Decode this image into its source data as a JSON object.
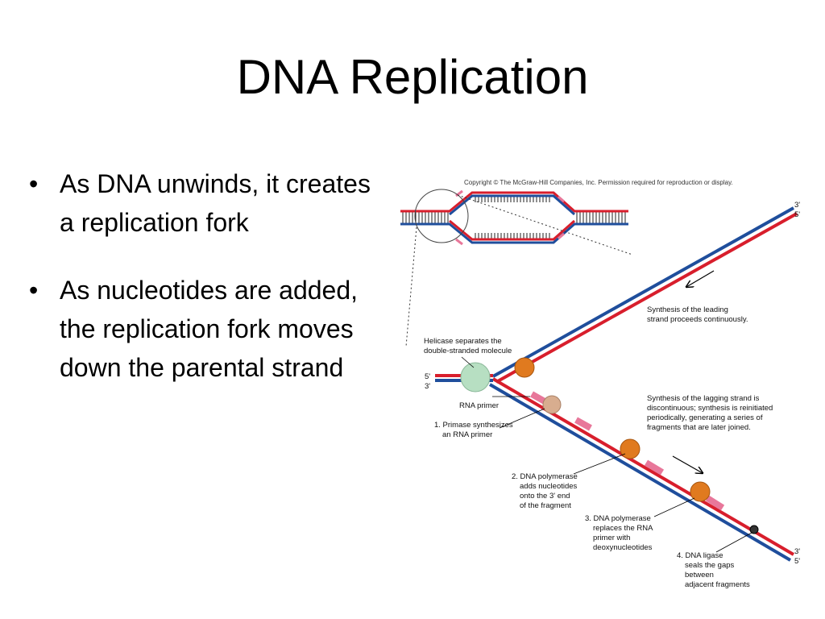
{
  "slide": {
    "title": "DNA Replication",
    "bullets": [
      "As DNA unwinds, it creates a replication fork",
      "As nucleotides are added, the replication fork moves down the parental strand"
    ]
  },
  "diagram": {
    "copyright": "Copyright © The McGraw-Hill Companies, Inc. Permission required for reproduction or display.",
    "end_labels": {
      "top_right_3": "3'",
      "top_right_5": "5'",
      "left_5": "5'",
      "left_3": "3'",
      "bottom_right_3": "3'",
      "bottom_right_5": "5'"
    },
    "labels": {
      "leading": [
        "Synthesis of the leading",
        "strand proceeds continuously."
      ],
      "helicase": [
        "Helicase separates the",
        "double-stranded molecule"
      ],
      "rna_primer": "RNA primer",
      "primase": [
        "1. Primase synthesizes",
        "an RNA primer"
      ],
      "lagging": [
        "Synthesis of the lagging strand is",
        "discontinuous; synthesis is reinitiated",
        "periodically, generating a series of",
        "fragments that are later joined."
      ],
      "polymerase_adds": [
        "2. DNA polymerase",
        "adds nucleotides",
        "onto the 3' end",
        "of the fragment"
      ],
      "polymerase_replaces": [
        "3. DNA polymerase",
        "replaces the RNA",
        "primer with",
        "deoxynucleotides"
      ],
      "ligase": [
        "4. DNA ligase",
        "seals the gaps",
        "between",
        "adjacent fragments"
      ]
    },
    "colors": {
      "parental_red": "#d81e2c",
      "parental_blue": "#1f4e9c",
      "primer_pink": "#e8779a",
      "polymerase_orange": "#e07a1f",
      "helicase_green": "#b7dfc2",
      "primase_tan": "#d8ad8f"
    }
  }
}
